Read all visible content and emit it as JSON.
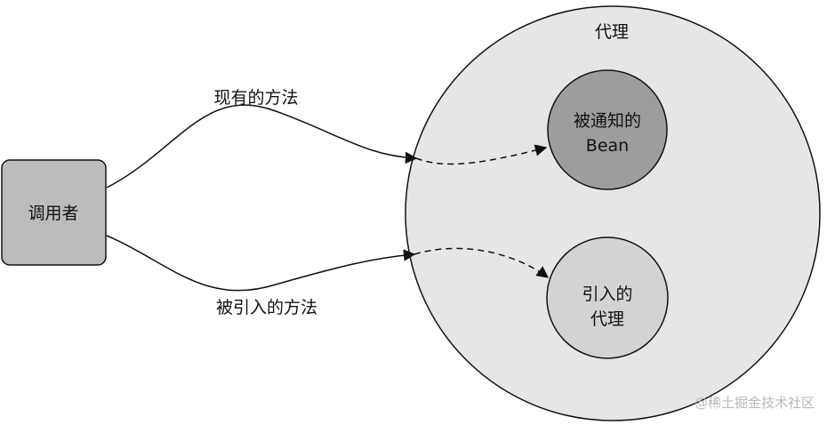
{
  "diagram": {
    "caller": {
      "label": "调用者"
    },
    "proxy": {
      "label": "代理"
    },
    "advised_bean": {
      "line1": "被通知的",
      "line2": "Bean"
    },
    "introduction_proxy": {
      "line1": "引入的",
      "line2": "代理"
    },
    "edges": {
      "existing_method": "现有的方法",
      "introduced_method": "被引入的方法"
    }
  },
  "watermark": "@稀土掘金技术社区",
  "colors": {
    "caller_fill": "#bcbcbc",
    "proxy_fill": "#e6e6e6",
    "advised_bean_fill": "#9d9d9d",
    "introduction_proxy_fill": "#d3d3d3",
    "stroke": "#111111"
  }
}
